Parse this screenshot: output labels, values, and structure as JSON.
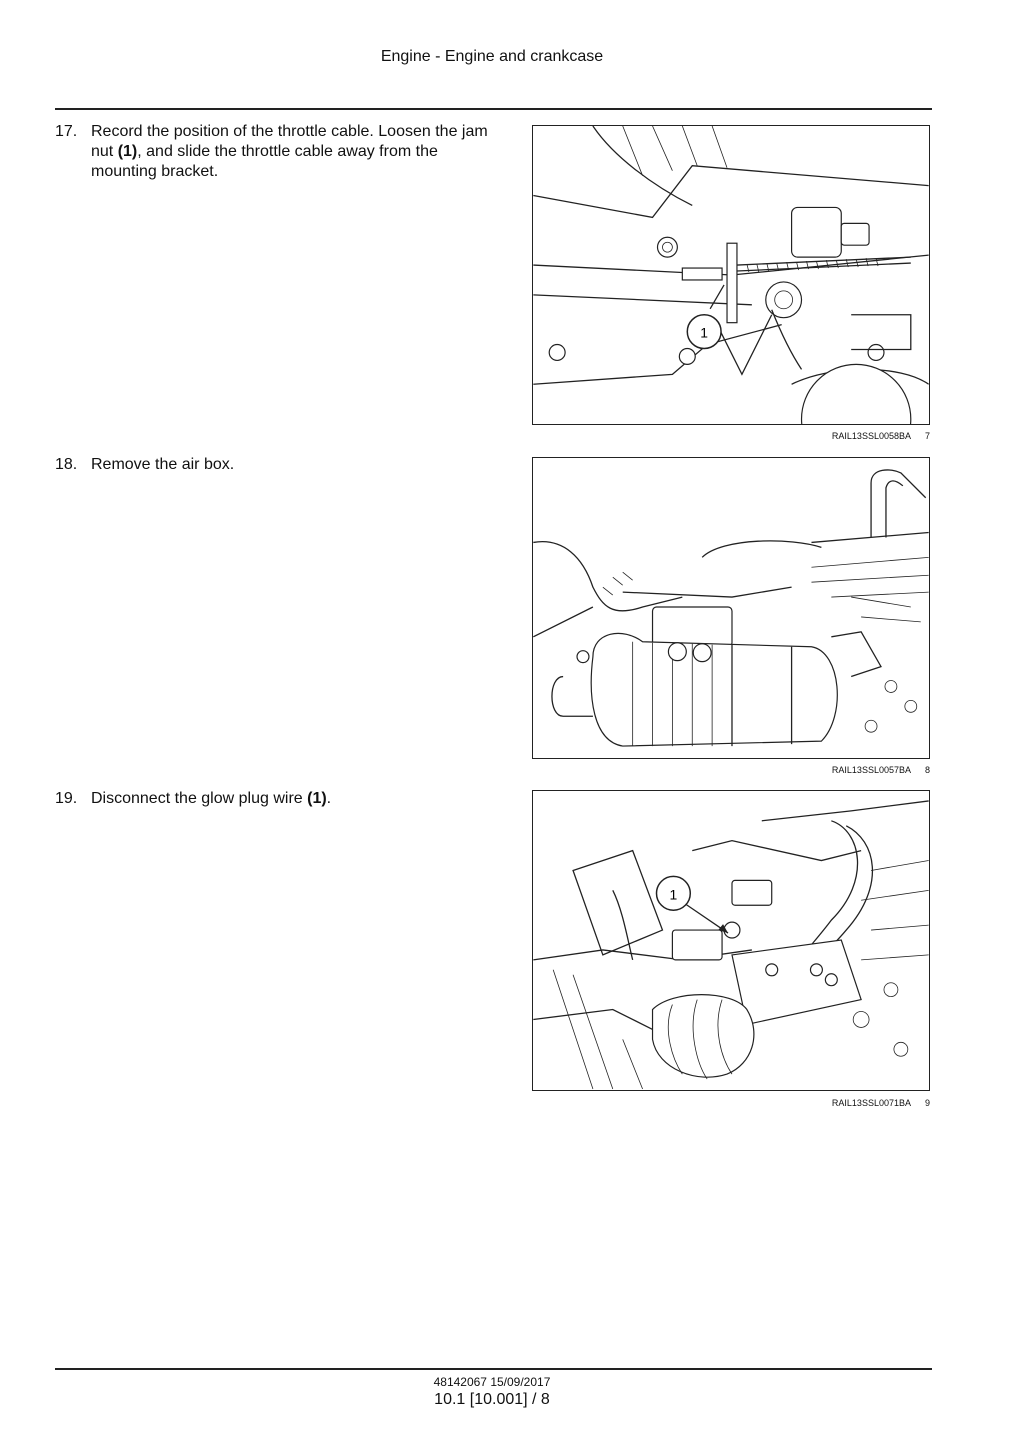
{
  "header": {
    "title": "Engine - Engine and crankcase"
  },
  "steps": [
    {
      "number": "17.",
      "text_before": "Record the position of the throttle cable.  Loosen the jam nut ",
      "bold": "(1)",
      "text_after": ", and slide the throttle cable away from the mounting bracket."
    },
    {
      "number": "18.",
      "text_before": "Remove the air box.",
      "bold": "",
      "text_after": ""
    },
    {
      "number": "19.",
      "text_before": "Disconnect the glow plug wire ",
      "bold": "(1)",
      "text_after": "."
    }
  ],
  "figures": [
    {
      "code": "RAIL13SSL0058BA",
      "number": "7",
      "callout": "1"
    },
    {
      "code": "RAIL13SSL0057BA",
      "number": "8",
      "callout": ""
    },
    {
      "code": "RAIL13SSL0071BA",
      "number": "9",
      "callout": "1"
    }
  ],
  "footer": {
    "doc": "48142067 15/09/2017",
    "page": "10.1 [10.001] / 8"
  }
}
